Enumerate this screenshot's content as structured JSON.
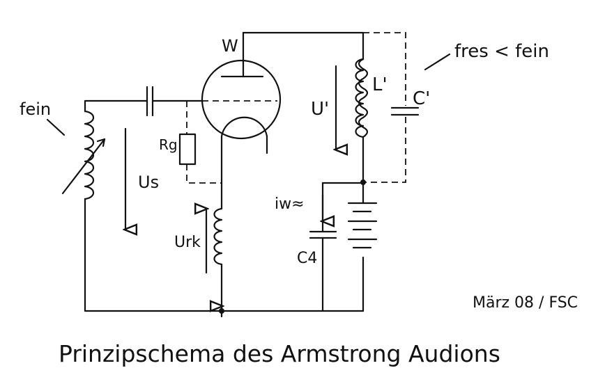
{
  "diagram": {
    "title": "Prinzipschema des Armstrong Audions",
    "signature": "März 08 / FSC",
    "labels": {
      "tube": "W",
      "resonance_condition": "fres < fein",
      "input_frequency": "fein",
      "anode_voltage": "U'",
      "anode_coil": "L'",
      "anode_capacitor": "C'",
      "grid_resistor": "Rg",
      "signal_voltage": "Us",
      "feedback_voltage": "Urk",
      "ac_current": "iw≈",
      "bypass_capacitor": "C4"
    },
    "colors": {
      "ink": "#111111",
      "paper": "#ffffff"
    }
  }
}
